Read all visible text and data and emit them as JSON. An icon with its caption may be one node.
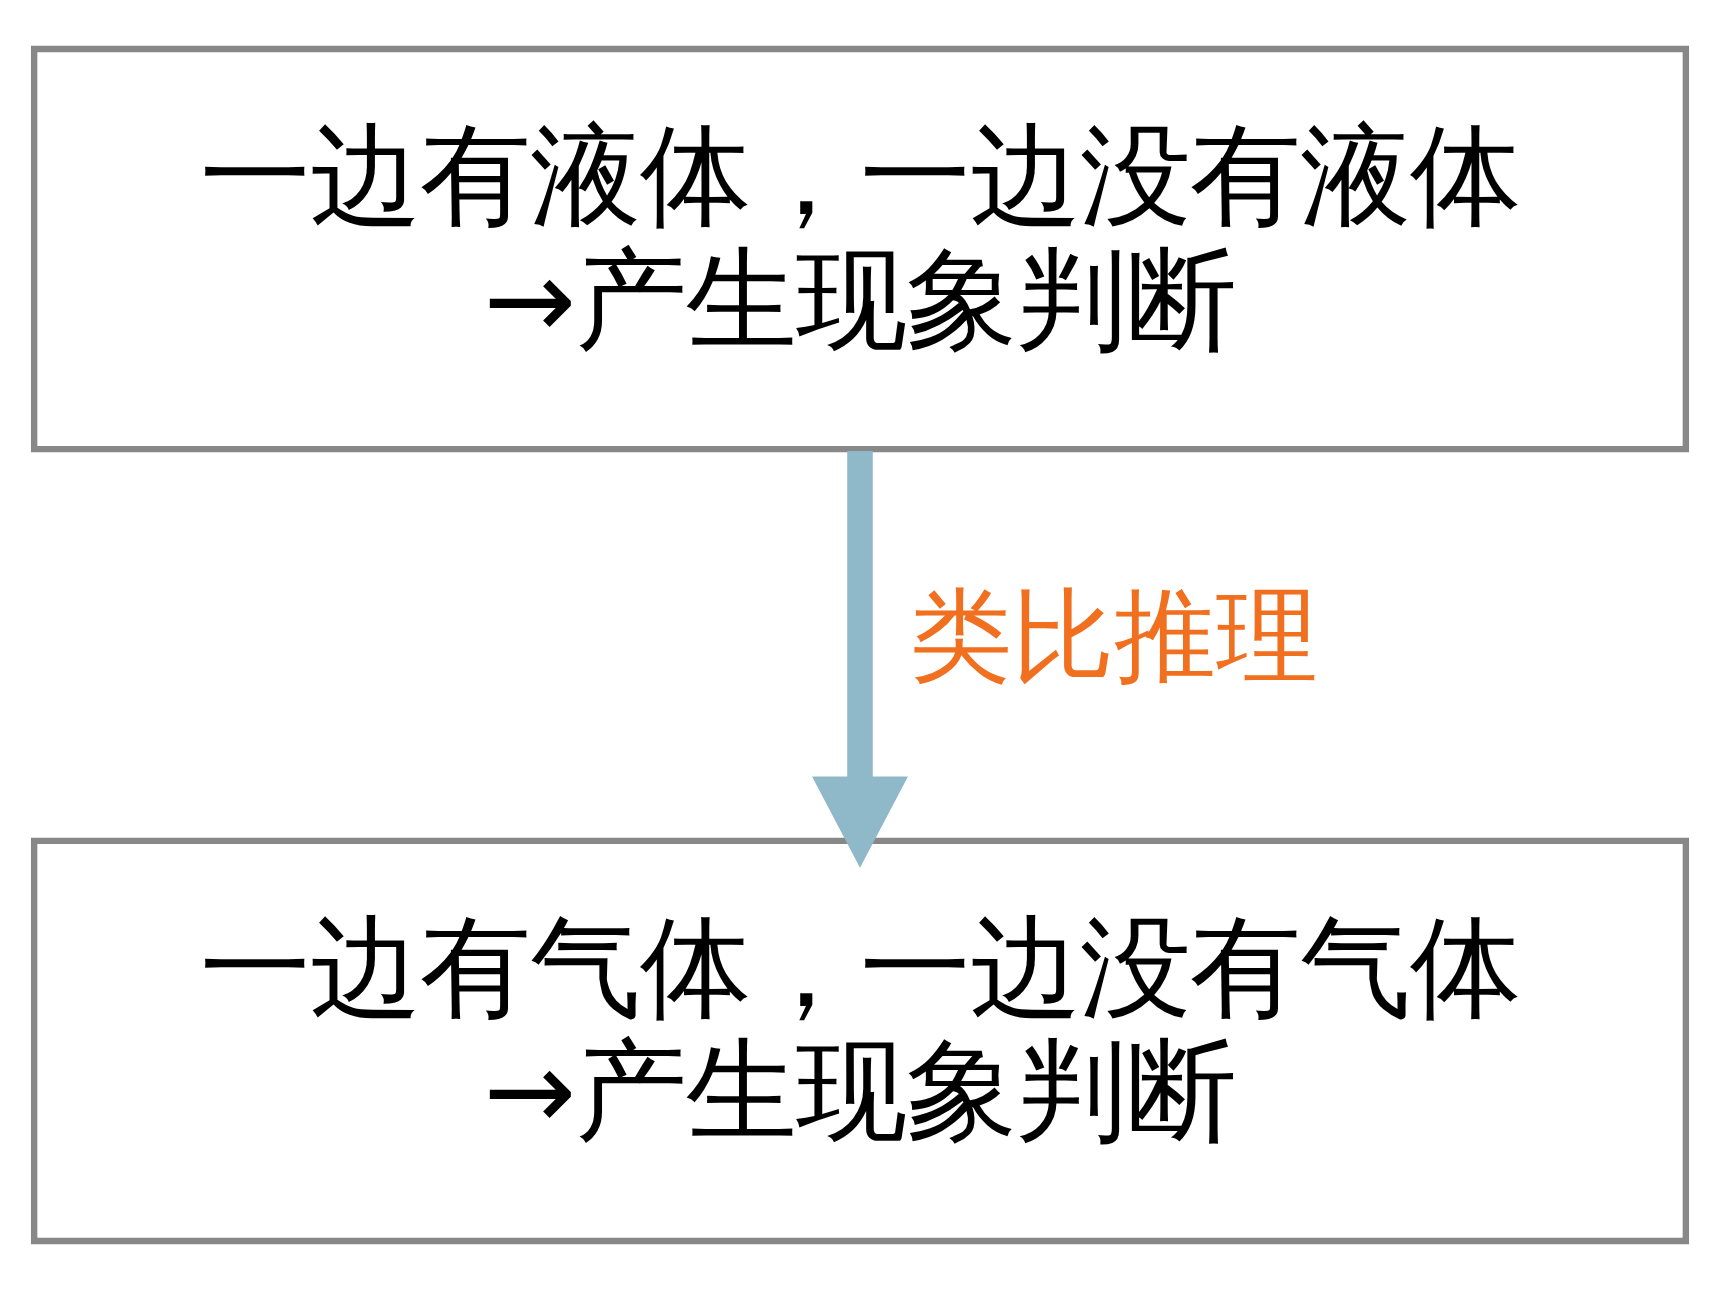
{
  "diagram": {
    "nodes": [
      {
        "text": [
          "一边有液体，一边没有液体",
          "→产生现象判断"
        ]
      },
      {
        "text": [
          "一边有气体，一边没有气体",
          "→产生现象判断"
        ]
      }
    ],
    "edges": [
      {
        "from": 0,
        "to": 1,
        "arrow": "to",
        "label": "类比推理"
      }
    ]
  }
}
